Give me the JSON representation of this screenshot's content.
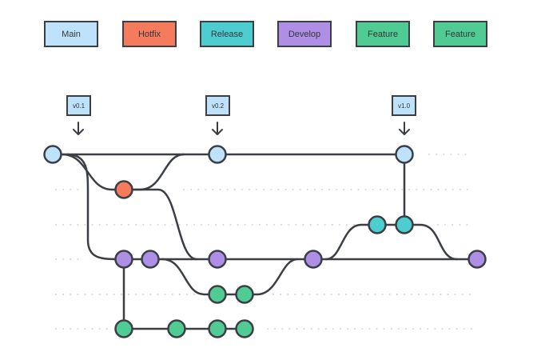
{
  "legend": {
    "items": [
      {
        "label": "Main",
        "color": "#bfe2fb"
      },
      {
        "label": "Hotfix",
        "color": "#f47b5c"
      },
      {
        "label": "Release",
        "color": "#4dcdd0"
      },
      {
        "label": "Develop",
        "color": "#af8ee6"
      },
      {
        "label": "Feature",
        "color": "#4fcb93"
      },
      {
        "label": "Feature",
        "color": "#4fcb93"
      }
    ]
  },
  "tags": [
    "v0.1",
    "v0.2",
    "v1.0"
  ],
  "colors": {
    "main": "#bfe2fb",
    "hotfix": "#f47b5c",
    "release": "#4dcdd0",
    "develop": "#af8ee6",
    "feature": "#4fcb93",
    "line": "#3b3f45",
    "dots": "#d4d6d9"
  }
}
